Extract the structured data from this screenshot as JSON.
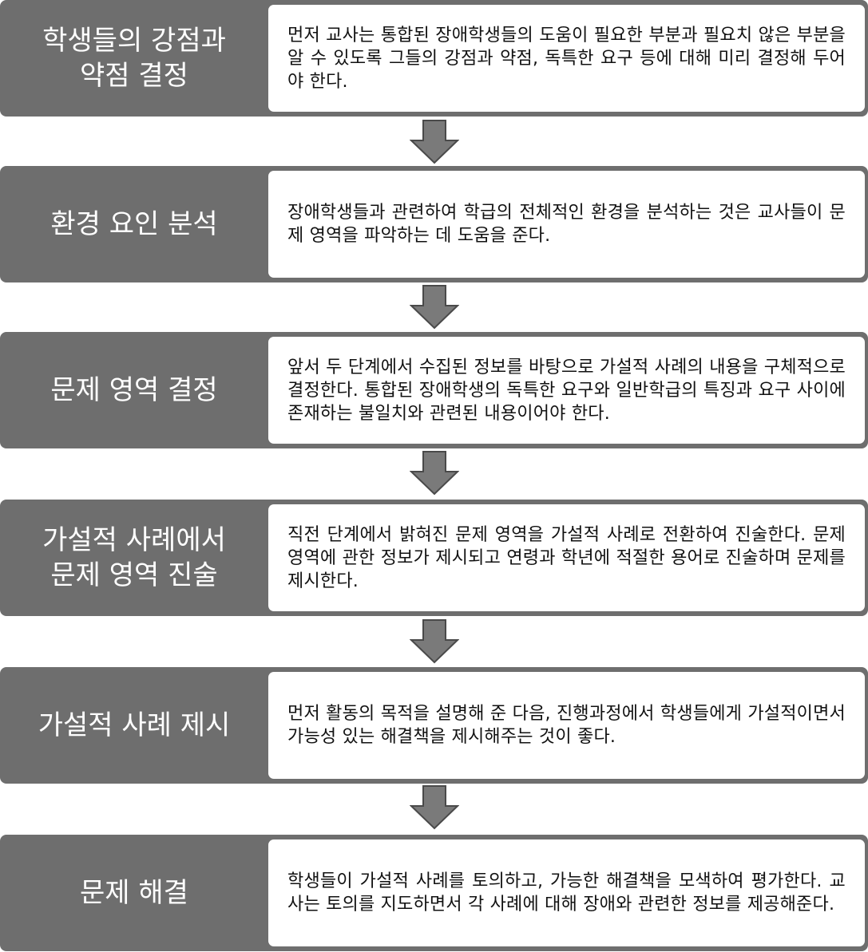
{
  "colors": {
    "step_bg": "#6e6e6e",
    "arrow_fill": "#7a7a7a",
    "arrow_stroke": "#4a4a4a"
  },
  "steps": [
    {
      "title": "학생들의 강점과\n약점 결정",
      "description": "먼저 교사는 통합된 장애학생들의 도움이 필요한 부분과 필요치 않은 부분을 알 수 있도록 그들의 강점과 약점, 독특한 요구 등에 대해 미리 결정해 두어야 한다."
    },
    {
      "title": "환경 요인 분석",
      "description": "장애학생들과 관련하여 학급의 전체적인 환경을 분석하는 것은 교사들이 문제 영역을 파악하는 데 도움을 준다."
    },
    {
      "title": "문제 영역 결정",
      "description": "앞서 두 단계에서 수집된 정보를 바탕으로 가설적 사례의 내용을 구체적으로 결정한다. 통합된 장애학생의 독특한 요구와 일반학급의 특징과 요구 사이에 존재하는 불일치와 관련된 내용이어야 한다."
    },
    {
      "title": "가설적 사례에서\n문제 영역 진술",
      "description": "직전 단계에서 밝혀진 문제 영역을 가설적 사례로 전환하여 진술한다. 문제 영역에 관한 정보가 제시되고 연령과 학년에 적절한 용어로 진술하며 문제를 제시한다."
    },
    {
      "title": "가설적 사례 제시",
      "description": "먼저 활동의 목적을 설명해 준 다음, 진행과정에서 학생들에게 가설적이면서 가능성 있는 해결책을 제시해주는 것이 좋다."
    },
    {
      "title": "문제 해결",
      "description": "학생들이 가설적 사례를 토의하고, 가능한 해결책을 모색하여 평가한다. 교사는 토의를 지도하면서 각 사례에 대해 장애와 관련한 정보를 제공해준다."
    }
  ]
}
